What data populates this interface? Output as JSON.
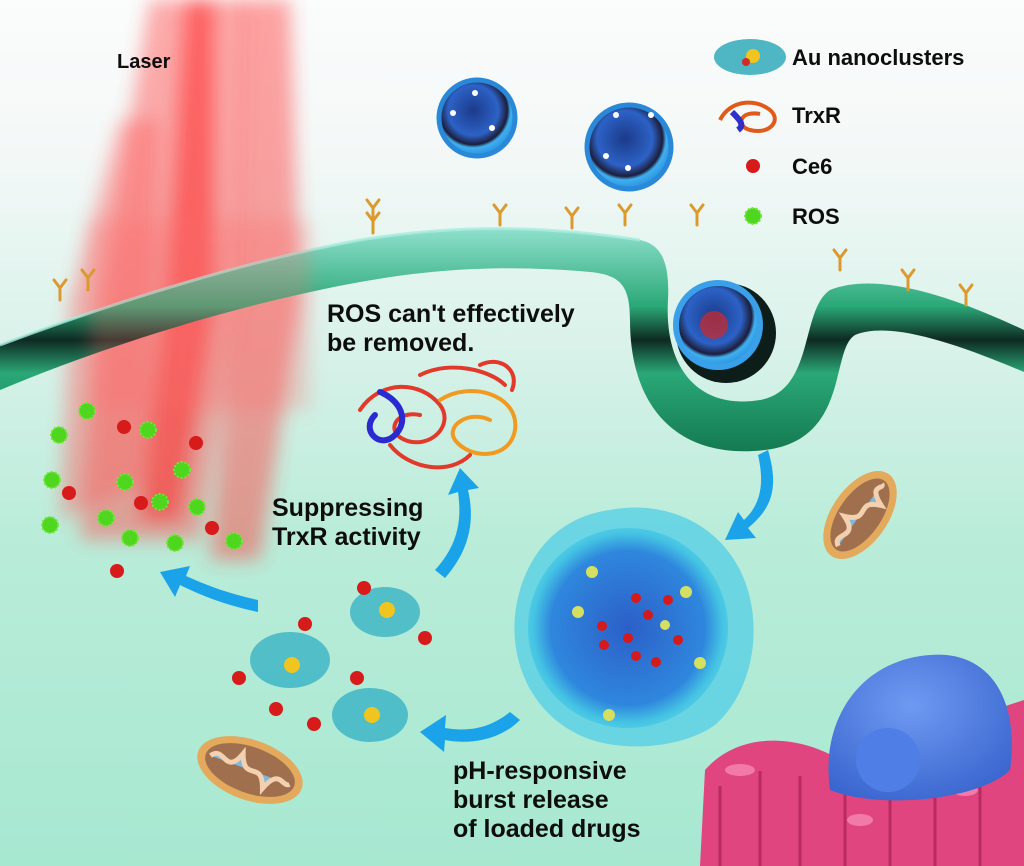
{
  "figure": {
    "title": "",
    "background_colors": {
      "top": "#fbfcfc",
      "bottom": "#a7e8d1"
    },
    "colors": {
      "laser": "#ff3b3b",
      "membrane": "#1f9a68",
      "membrane_light": "#7fd9c3",
      "nanoparticle": "#3ea8ec",
      "arrow": "#1aa3e8",
      "ce6": "#d31616",
      "ros": "#4fd61f",
      "receptor": "#e0a23a",
      "er": "#e0457f",
      "nucleus": "#4a7fe0",
      "mitochondria_outer": "#e0a85e",
      "mitochondria_inner": "#7fb8dd"
    }
  },
  "labels": {
    "laser": "Laser",
    "ros_removal": [
      "ROS can't effectively",
      "be removed."
    ],
    "suppressing": [
      "Suppressing",
      "TrxR activity"
    ],
    "release": [
      "pH-responsive",
      "burst release",
      "of loaded drugs"
    ]
  },
  "legend": {
    "items": [
      {
        "icon": "au-nanocluster-icon",
        "label": "Au nanoclusters"
      },
      {
        "icon": "trxr-protein-icon",
        "label": "TrxR"
      },
      {
        "icon": "ce6-dot-icon",
        "label": "Ce6"
      },
      {
        "icon": "ros-star-icon",
        "label": "ROS"
      }
    ]
  }
}
